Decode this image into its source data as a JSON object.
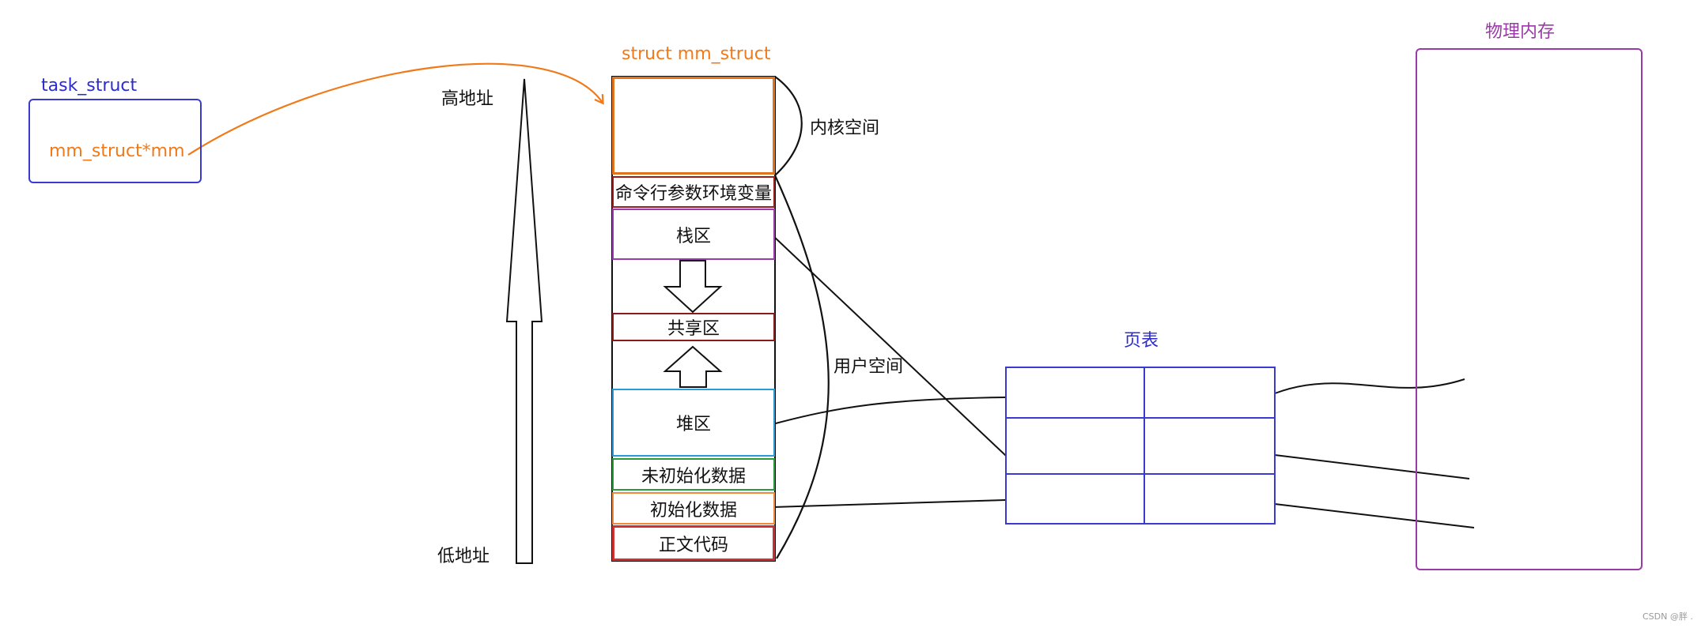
{
  "task_struct": {
    "title": "task_struct",
    "field": "mm_struct*mm",
    "title_color": "#2b2bd0",
    "field_color": "#f07a1a",
    "border_color": "#3a3ad0"
  },
  "address": {
    "high": "高地址",
    "low": "低地址"
  },
  "mm_struct": {
    "title": "struct mm_struct",
    "title_color": "#f07a1a",
    "segments": {
      "kernel": "",
      "args_env": "命令行参数环境变量",
      "stack": "栈区",
      "shared": "共享区",
      "heap": "堆区",
      "bss": "未初始化数据",
      "data": "初始化数据",
      "text": "正文代码"
    },
    "colors": {
      "kernel": "#e2741e",
      "args_env": "#9b1c1c",
      "stack": "#9b3bb0",
      "shared": "#8b1a1a",
      "heap": "#2a9bd8",
      "bss": "#2a9b3a",
      "data": "#f08a3a",
      "text": "#d03030"
    }
  },
  "regions": {
    "kernel_space": "内核空间",
    "user_space": "用户空间"
  },
  "page_table": {
    "title": "页表",
    "title_color": "#2b2bd0",
    "rows": [
      [
        "",
        ""
      ],
      [
        "",
        ""
      ],
      [
        "",
        ""
      ]
    ]
  },
  "physical_memory": {
    "title": "物理内存",
    "color": "#9a3aa6"
  },
  "watermark": "CSDN @胖 ."
}
